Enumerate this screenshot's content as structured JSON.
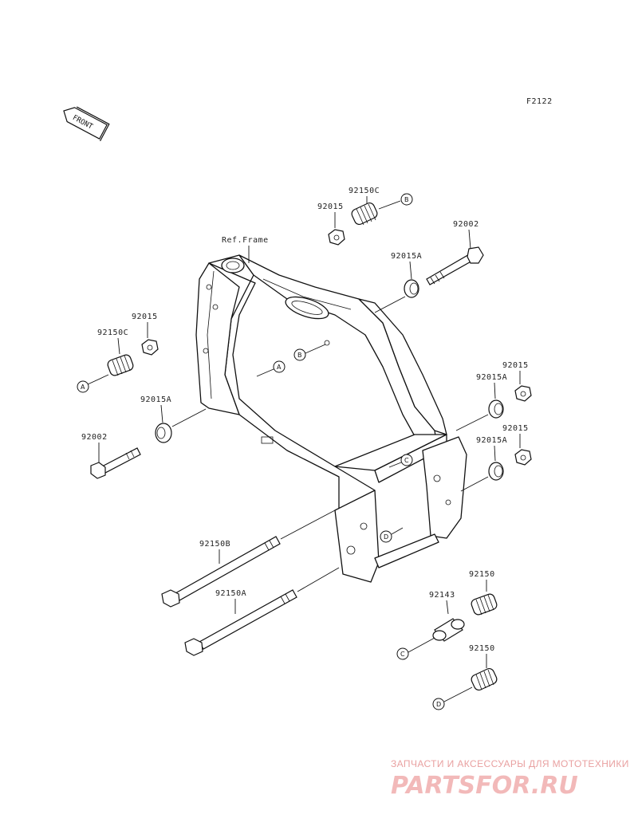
{
  "diagram": {
    "code": "F2122",
    "direction_label": "FRONT",
    "reference_label": "Ref.Frame",
    "parts": {
      "p_92150C_top": "92150C",
      "p_92015_top": "92015",
      "p_92002_top": "92002",
      "p_92015A_top": "92015A",
      "p_92015_left": "92015",
      "p_92150C_left": "92150C",
      "p_92015A_left": "92015A",
      "p_92002_left": "92002",
      "p_92015_r1": "92015",
      "p_92015A_r1": "92015A",
      "p_92015_r2": "92015",
      "p_92015A_r2": "92015A",
      "p_92150B": "92150B",
      "p_92150A": "92150A",
      "p_92150_r1": "92150",
      "p_92143": "92143",
      "p_92150_r2": "92150"
    },
    "callouts": {
      "a": "A",
      "b": "B",
      "c": "C",
      "d": "D"
    }
  },
  "watermark": {
    "tagline": "ЗАПЧАСТИ И АКСЕССУАРЫ ДЛЯ МОТОТЕХНИКИ",
    "brand": "PARTSFOR.RU"
  },
  "colors": {
    "line": "#111111",
    "watermark": "#f2b9b9"
  }
}
